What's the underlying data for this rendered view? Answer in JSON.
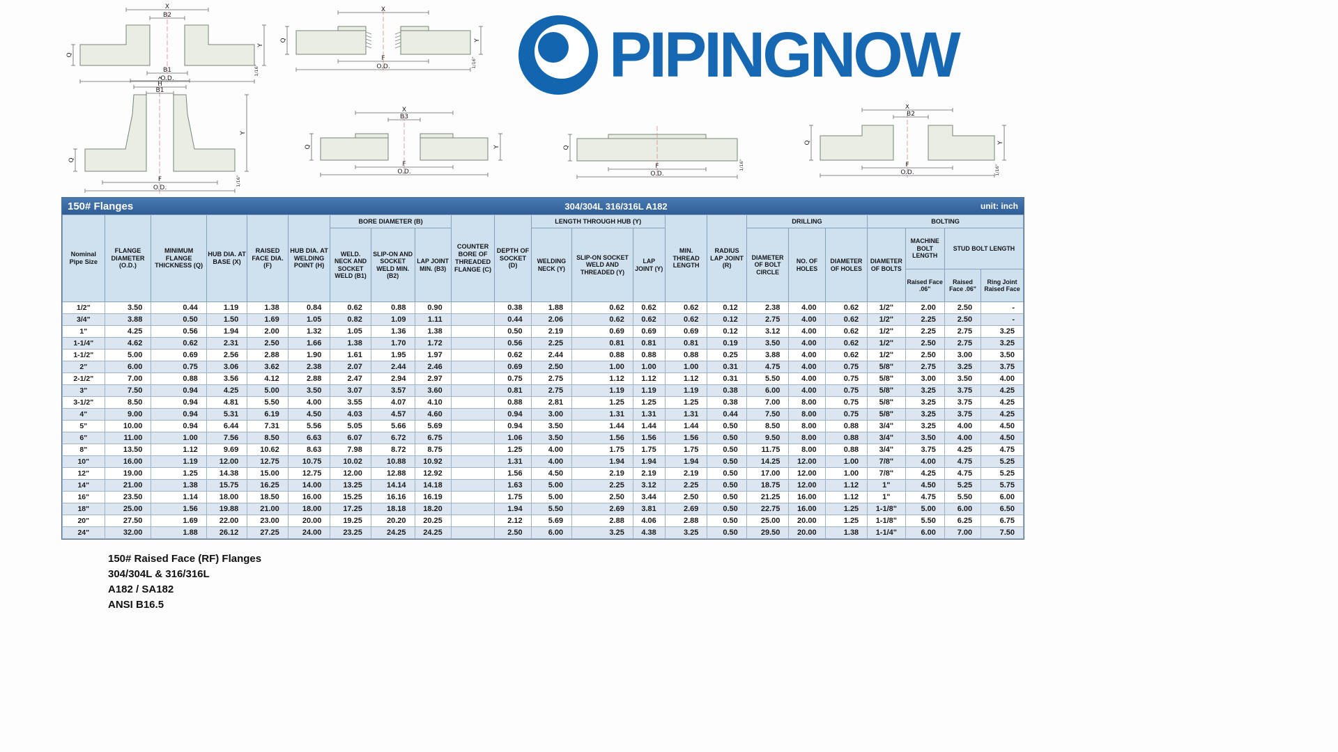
{
  "logo": {
    "text": "PIPINGNOW",
    "color": "#1568b1"
  },
  "drawings": {
    "labels": {
      "x": "X",
      "h": "H",
      "b1": "B1",
      "b2": "B2",
      "b3": "B3",
      "f": "F",
      "od": "O.D.",
      "q": "Q",
      "y": "Y",
      "s": "1/16\""
    }
  },
  "table": {
    "title": "150# Flanges",
    "subtitle": "304/304L  316/316L  A182",
    "unit": "unit: inch",
    "h": {
      "nps": "Nominal Pipe Size",
      "od": "FLANGE DIAMETER (O.D.)",
      "q": "MINIMUM FLANGE THICKNESS (Q)",
      "x": "HUB DIA. AT BASE (X)",
      "f": "RAISED FACE DIA. (F)",
      "hh": "HUB DIA. AT WELDING POINT (H)",
      "bore_group": "BORE DIAMETER (B)",
      "b1": "WELD. NECK AND SOCKET WELD (B1)",
      "b2": "SLIP-ON AND SOCKET WELD MIN. (B2)",
      "b3": "LAP JOINT MIN. (B3)",
      "c": "COUNTER BORE OF THREADED FLANGE (C)",
      "d": "DEPTH OF SOCKET (D)",
      "hub_group": "LENGTH THROUGH HUB (Y)",
      "y_wn": "WELDING NECK (Y)",
      "y_so": "SLIP-ON SOCKET WELD AND THREADED (Y)",
      "y_lj": "LAP JOINT (Y)",
      "min_thread": "MIN. THREAD LENGTH",
      "r": "RADIUS LAP JOINT (R)",
      "drilling_group": "DRILLING",
      "bolt_circle": "DIAMETER OF BOLT CIRCLE",
      "no_holes": "NO. OF HOLES",
      "dia_holes": "DIAMETER OF HOLES",
      "bolting_group": "BOLTING",
      "dia_bolts": "DIAMETER OF BOLTS",
      "machine_bolt": "MACHINE BOLT LENGTH",
      "stud_bolt": "STUD BOLT LENGTH",
      "rf06_m": "Raised Face .06\"",
      "rf06_s": "Raised Face .06\"",
      "ring_joint": "Ring Joint Raised Face"
    },
    "rows": [
      [
        "1/2\"",
        "3.50",
        "0.44",
        "1.19",
        "1.38",
        "0.84",
        "0.62",
        "0.88",
        "0.90",
        "",
        "0.38",
        "1.88",
        "0.62",
        "0.62",
        "0.62",
        "0.12",
        "2.38",
        "4.00",
        "0.62",
        "1/2\"",
        "2.00",
        "2.50",
        "-"
      ],
      [
        "3/4\"",
        "3.88",
        "0.50",
        "1.50",
        "1.69",
        "1.05",
        "0.82",
        "1.09",
        "1.11",
        "",
        "0.44",
        "2.06",
        "0.62",
        "0.62",
        "0.62",
        "0.12",
        "2.75",
        "4.00",
        "0.62",
        "1/2\"",
        "2.25",
        "2.50",
        "-"
      ],
      [
        "1\"",
        "4.25",
        "0.56",
        "1.94",
        "2.00",
        "1.32",
        "1.05",
        "1.36",
        "1.38",
        "",
        "0.50",
        "2.19",
        "0.69",
        "0.69",
        "0.69",
        "0.12",
        "3.12",
        "4.00",
        "0.62",
        "1/2\"",
        "2.25",
        "2.75",
        "3.25"
      ],
      [
        "1-1/4\"",
        "4.62",
        "0.62",
        "2.31",
        "2.50",
        "1.66",
        "1.38",
        "1.70",
        "1.72",
        "",
        "0.56",
        "2.25",
        "0.81",
        "0.81",
        "0.81",
        "0.19",
        "3.50",
        "4.00",
        "0.62",
        "1/2\"",
        "2.50",
        "2.75",
        "3.25"
      ],
      [
        "1-1/2\"",
        "5.00",
        "0.69",
        "2.56",
        "2.88",
        "1.90",
        "1.61",
        "1.95",
        "1.97",
        "",
        "0.62",
        "2.44",
        "0.88",
        "0.88",
        "0.88",
        "0.25",
        "3.88",
        "4.00",
        "0.62",
        "1/2\"",
        "2.50",
        "3.00",
        "3.50"
      ],
      [
        "2\"",
        "6.00",
        "0.75",
        "3.06",
        "3.62",
        "2.38",
        "2.07",
        "2.44",
        "2.46",
        "",
        "0.69",
        "2.50",
        "1.00",
        "1.00",
        "1.00",
        "0.31",
        "4.75",
        "4.00",
        "0.75",
        "5/8\"",
        "2.75",
        "3.25",
        "3.75"
      ],
      [
        "2-1/2\"",
        "7.00",
        "0.88",
        "3.56",
        "4.12",
        "2.88",
        "2.47",
        "2.94",
        "2.97",
        "",
        "0.75",
        "2.75",
        "1.12",
        "1.12",
        "1.12",
        "0.31",
        "5.50",
        "4.00",
        "0.75",
        "5/8\"",
        "3.00",
        "3.50",
        "4.00"
      ],
      [
        "3\"",
        "7.50",
        "0.94",
        "4.25",
        "5.00",
        "3.50",
        "3.07",
        "3.57",
        "3.60",
        "",
        "0.81",
        "2.75",
        "1.19",
        "1.19",
        "1.19",
        "0.38",
        "6.00",
        "4.00",
        "0.75",
        "5/8\"",
        "3.25",
        "3.75",
        "4.25"
      ],
      [
        "3-1/2\"",
        "8.50",
        "0.94",
        "4.81",
        "5.50",
        "4.00",
        "3.55",
        "4.07",
        "4.10",
        "",
        "0.88",
        "2.81",
        "1.25",
        "1.25",
        "1.25",
        "0.38",
        "7.00",
        "8.00",
        "0.75",
        "5/8\"",
        "3.25",
        "3.75",
        "4.25"
      ],
      [
        "4\"",
        "9.00",
        "0.94",
        "5.31",
        "6.19",
        "4.50",
        "4.03",
        "4.57",
        "4.60",
        "",
        "0.94",
        "3.00",
        "1.31",
        "1.31",
        "1.31",
        "0.44",
        "7.50",
        "8.00",
        "0.75",
        "5/8\"",
        "3.25",
        "3.75",
        "4.25"
      ],
      [
        "5\"",
        "10.00",
        "0.94",
        "6.44",
        "7.31",
        "5.56",
        "5.05",
        "5.66",
        "5.69",
        "",
        "0.94",
        "3.50",
        "1.44",
        "1.44",
        "1.44",
        "0.50",
        "8.50",
        "8.00",
        "0.88",
        "3/4\"",
        "3.25",
        "4.00",
        "4.50"
      ],
      [
        "6\"",
        "11.00",
        "1.00",
        "7.56",
        "8.50",
        "6.63",
        "6.07",
        "6.72",
        "6.75",
        "",
        "1.06",
        "3.50",
        "1.56",
        "1.56",
        "1.56",
        "0.50",
        "9.50",
        "8.00",
        "0.88",
        "3/4\"",
        "3.50",
        "4.00",
        "4.50"
      ],
      [
        "8\"",
        "13.50",
        "1.12",
        "9.69",
        "10.62",
        "8.63",
        "7.98",
        "8.72",
        "8.75",
        "",
        "1.25",
        "4.00",
        "1.75",
        "1.75",
        "1.75",
        "0.50",
        "11.75",
        "8.00",
        "0.88",
        "3/4\"",
        "3.75",
        "4.25",
        "4.75"
      ],
      [
        "10\"",
        "16.00",
        "1.19",
        "12.00",
        "12.75",
        "10.75",
        "10.02",
        "10.88",
        "10.92",
        "",
        "1.31",
        "4.00",
        "1.94",
        "1.94",
        "1.94",
        "0.50",
        "14.25",
        "12.00",
        "1.00",
        "7/8\"",
        "4.00",
        "4.75",
        "5.25"
      ],
      [
        "12\"",
        "19.00",
        "1.25",
        "14.38",
        "15.00",
        "12.75",
        "12.00",
        "12.88",
        "12.92",
        "",
        "1.56",
        "4.50",
        "2.19",
        "2.19",
        "2.19",
        "0.50",
        "17.00",
        "12.00",
        "1.00",
        "7/8\"",
        "4.25",
        "4.75",
        "5.25"
      ],
      [
        "14\"",
        "21.00",
        "1.38",
        "15.75",
        "16.25",
        "14.00",
        "13.25",
        "14.14",
        "14.18",
        "",
        "1.63",
        "5.00",
        "2.25",
        "3.12",
        "2.25",
        "0.50",
        "18.75",
        "12.00",
        "1.12",
        "1\"",
        "4.50",
        "5.25",
        "5.75"
      ],
      [
        "16\"",
        "23.50",
        "1.14",
        "18.00",
        "18.50",
        "16.00",
        "15.25",
        "16.16",
        "16.19",
        "",
        "1.75",
        "5.00",
        "2.50",
        "3.44",
        "2.50",
        "0.50",
        "21.25",
        "16.00",
        "1.12",
        "1\"",
        "4.75",
        "5.50",
        "6.00"
      ],
      [
        "18\"",
        "25.00",
        "1.56",
        "19.88",
        "21.00",
        "18.00",
        "17.25",
        "18.18",
        "18.20",
        "",
        "1.94",
        "5.50",
        "2.69",
        "3.81",
        "2.69",
        "0.50",
        "22.75",
        "16.00",
        "1.25",
        "1-1/8\"",
        "5.00",
        "6.00",
        "6.50"
      ],
      [
        "20\"",
        "27.50",
        "1.69",
        "22.00",
        "23.00",
        "20.00",
        "19.25",
        "20.20",
        "20.25",
        "",
        "2.12",
        "5.69",
        "2.88",
        "4.06",
        "2.88",
        "0.50",
        "25.00",
        "20.00",
        "1.25",
        "1-1/8\"",
        "5.50",
        "6.25",
        "6.75"
      ],
      [
        "24\"",
        "32.00",
        "1.88",
        "26.12",
        "27.25",
        "24.00",
        "23.25",
        "24.25",
        "24.25",
        "",
        "2.50",
        "6.00",
        "3.25",
        "4.38",
        "3.25",
        "0.50",
        "29.50",
        "20.00",
        "1.38",
        "1-1/4\"",
        "6.00",
        "7.00",
        "7.50"
      ]
    ]
  },
  "footer": {
    "line1": "150# Raised Face (RF) Flanges",
    "line2": "304/304L & 316/316L",
    "line3": "A182 / SA182",
    "line4": "ANSI B16.5"
  }
}
